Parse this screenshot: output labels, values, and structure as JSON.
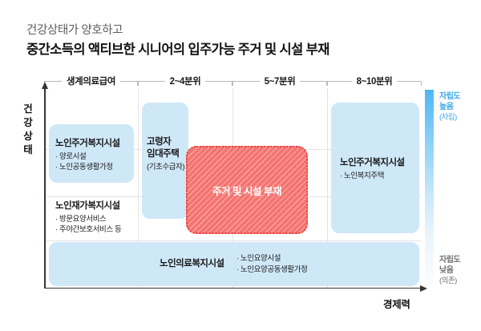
{
  "title": {
    "line1": "건강상태가 양호하고",
    "line2": "중간소득의 액티브한 시니어의 입주가능 주거 및 시설 부재"
  },
  "axes": {
    "y_title": "건강상태",
    "x_title": "경제력"
  },
  "column_headers": [
    {
      "label": "생계의료급여"
    },
    {
      "label": "2~4분위"
    },
    {
      "label": "5~7분위"
    },
    {
      "label": "8~10분위"
    }
  ],
  "legend": {
    "top": {
      "line1": "자립도",
      "line2": "높음",
      "line3": "(자립)"
    },
    "bottom": {
      "line1": "자립도",
      "line2": "낮음",
      "line3": "(의존)"
    },
    "gradient_top_color": "#4cb8f2",
    "gradient_bottom_color": "#fbfdff"
  },
  "boxes": [
    {
      "id": "elderly-housing-welfare-low-income",
      "title": "노인주거복지시설",
      "items": [
        "· 양로시설",
        "· 노인공동생활가정"
      ],
      "note": ""
    },
    {
      "id": "senior-rental-housing",
      "title_line1": "고령자",
      "title_line2": "임대주택",
      "note": "(기초수급자)"
    },
    {
      "id": "elderly-home-care-welfare",
      "title": "노인재가복지시설",
      "items": [
        "· 방문요양서비스",
        "· 주야간보호서비스 등"
      ]
    },
    {
      "id": "elderly-housing-welfare-high-income",
      "title": "노인주거복지시설",
      "items": [
        "· 노인복지주택"
      ]
    },
    {
      "id": "elderly-medical-welfare",
      "title": "노인의료복지시설",
      "items": [
        "· 노인요양시설",
        "· 노인요양공동생활가정"
      ]
    }
  ],
  "gap": {
    "label": "주거 및 시설 부재",
    "fill_color": "#f4736f",
    "border_color": "#e8413f"
  },
  "colors": {
    "box_fill": "#cfe8f8",
    "axis": "#3a3330",
    "gridline": "#e3e3e3",
    "title_sub": "#5d5d5d"
  }
}
